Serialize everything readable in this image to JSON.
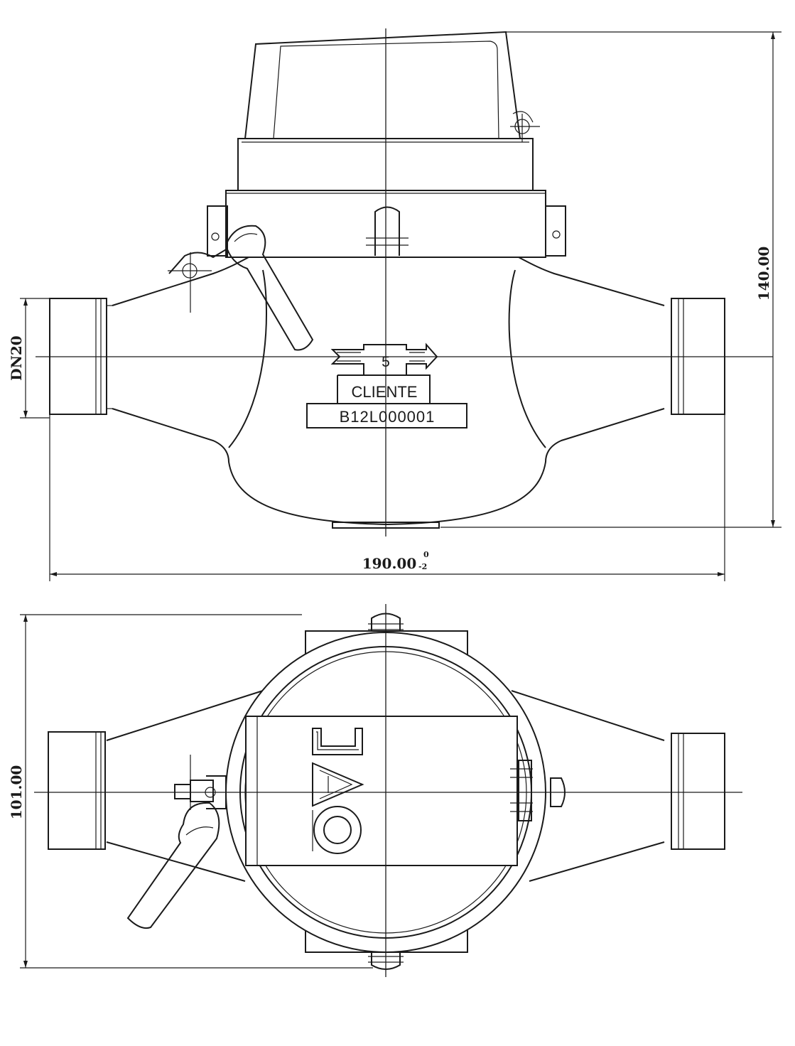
{
  "side_view": {
    "flow_number": "5",
    "client_label": "CLIENTE",
    "serial_number": "B12L000001",
    "dim_height": "140.00",
    "dim_diameter": "DN20",
    "dim_length": "190.00",
    "dim_length_tol_upper": "0",
    "dim_length_tol_lower": "-2"
  },
  "top_view": {
    "dim_width": "101.00",
    "logo": "LAO"
  },
  "colors": {
    "line": "#1a1a1a",
    "background": "#ffffff"
  }
}
